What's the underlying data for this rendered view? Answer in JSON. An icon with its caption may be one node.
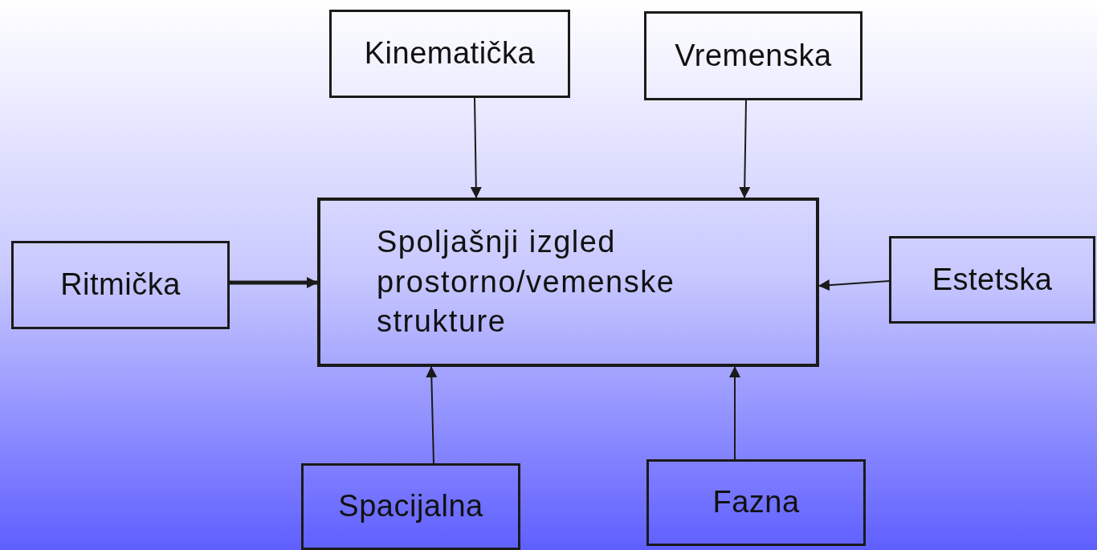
{
  "diagram": {
    "nodes": [
      {
        "text": [
          "Kinematička"
        ]
      },
      {
        "text": [
          "Vremenska"
        ]
      },
      {
        "text": [
          "Spoljašnji  izgled prostorno/vemenske strukture"
        ]
      },
      {
        "text": [
          "Ritmička"
        ]
      },
      {
        "text": [
          "Estetska"
        ]
      },
      {
        "text": [
          "Spacijalna"
        ]
      },
      {
        "text": [
          "Fazna"
        ]
      }
    ],
    "edges": [
      {
        "from": 0,
        "to": 2,
        "arrow": "to"
      },
      {
        "from": 1,
        "to": 2,
        "arrow": "to"
      },
      {
        "from": 3,
        "to": 2,
        "arrow": "to",
        "style": "thick"
      },
      {
        "from": 4,
        "to": 2,
        "arrow": "to"
      },
      {
        "from": 5,
        "to": 2,
        "arrow": "to"
      },
      {
        "from": 6,
        "to": 2,
        "arrow": "to"
      }
    ]
  }
}
